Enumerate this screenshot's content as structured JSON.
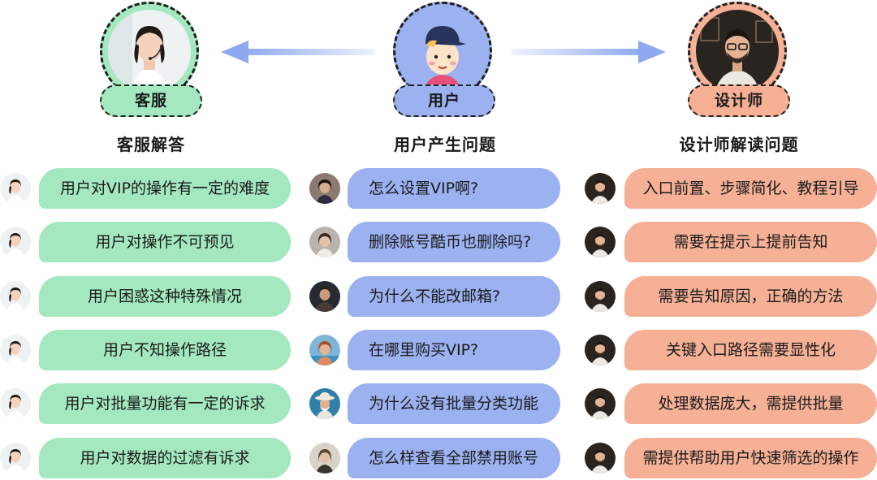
{
  "colors": {
    "green": "#a4e8c0",
    "blue": "#9bb1f0",
    "orange": "#f5b096",
    "arrow": "#9bb1f0"
  },
  "roles": {
    "service": {
      "label": "客服",
      "title": "客服解答",
      "avatar": "service-agent-avatar"
    },
    "user": {
      "label": "用户",
      "title": "用户产生问题",
      "avatar": "cartoon-user-avatar"
    },
    "designer": {
      "label": "设计师",
      "title": "设计师解读问题",
      "avatar": "designer-avatar"
    }
  },
  "service_rows": [
    "用户对VIP的操作有一定的难度",
    "用户对操作不可预见",
    "用户困惑这种特殊情况",
    "用户不知操作路径",
    "用户对批量功能有一定的诉求",
    "用户对数据的过滤有诉求"
  ],
  "user_rows": [
    "怎么设置VIP啊?",
    "删除账号酷币也删除吗?",
    "为什么不能改邮箱?",
    "在哪里购买VIP?",
    "为什么没有批量分类功能",
    "怎么样查看全部禁用账号"
  ],
  "designer_rows": [
    "入口前置、步骤简化、教程引导",
    "需要在提示上提前告知",
    "需要告知原因，正确的方法",
    "关键入口路径需要显性化",
    "处理数据庞大，需提供批量",
    "需提供帮助用户快速筛选的操作"
  ]
}
